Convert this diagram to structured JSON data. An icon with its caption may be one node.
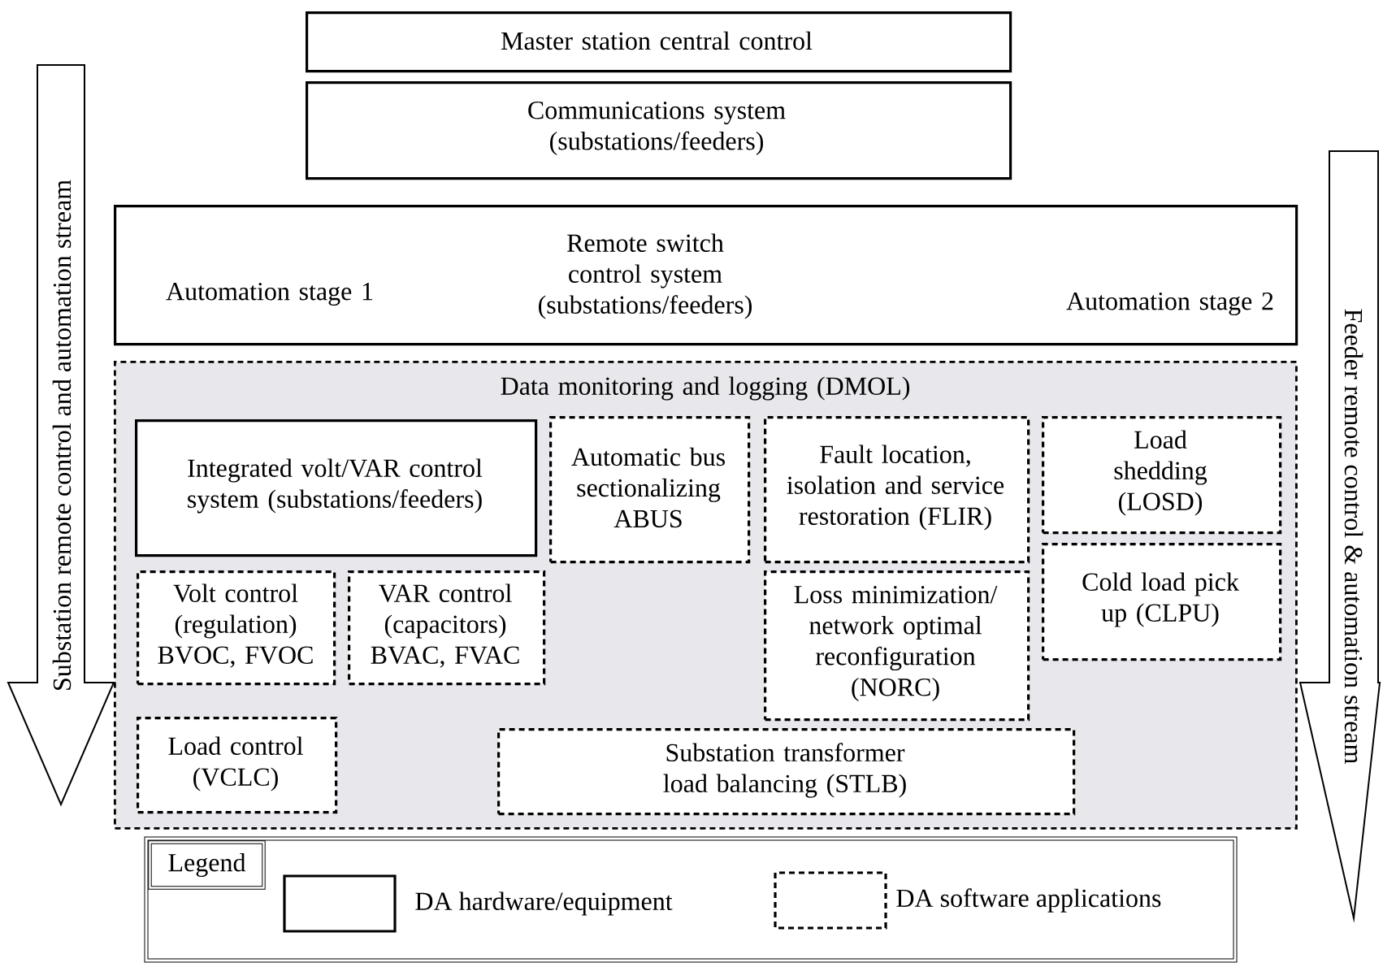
{
  "diagram": {
    "nodes": [
      {
        "text": [
          "Master station central control"
        ]
      },
      {
        "text": [
          "Communications system (substations/feeders)"
        ]
      },
      {
        "text": [
          "Automation stage 1",
          "Remote switch control system (substations/feeders)",
          "Automation stage 2"
        ]
      },
      {
        "text": [
          "Data monitoring and logging  (DMOL)"
        ]
      },
      {
        "text": [
          "Integrated volt/VAR control system (substations/feeders)"
        ],
        "in": 3
      },
      {
        "text": [
          "Automatic bus sectionalizing ABUS"
        ],
        "in": 3
      },
      {
        "text": [
          "Fault location, isolation and service restoration (FLIR)"
        ],
        "in": 3
      },
      {
        "text": [
          "Load shedding (LOSD)"
        ],
        "in": 3
      },
      {
        "text": [
          "Cold load pick up (CLPU)"
        ],
        "in": 3
      },
      {
        "text": [
          "Volt control (regulation) BVOC, FVOC"
        ],
        "in": 3
      },
      {
        "text": [
          "VAR control (capacitors) BVAC, FVAC"
        ],
        "in": 3
      },
      {
        "text": [
          "Loss minimization/ network optimal reconfiguration (NORC)"
        ],
        "in": 3
      },
      {
        "text": [
          "Load control (VCLC)"
        ],
        "in": 3
      },
      {
        "text": [
          "Substation transformer load balancing (STLB)"
        ],
        "in": 3
      },
      {
        "text": [
          "Substation remote control and automation stream"
        ]
      },
      {
        "text": [
          "Feeder remote control & automation stream"
        ]
      }
    ],
    "labels": [
      "Legend"
    ],
    "legend": [
      {
        "text": "DA hardware/equipment"
      },
      {
        "text": "DA software applications"
      }
    ]
  }
}
